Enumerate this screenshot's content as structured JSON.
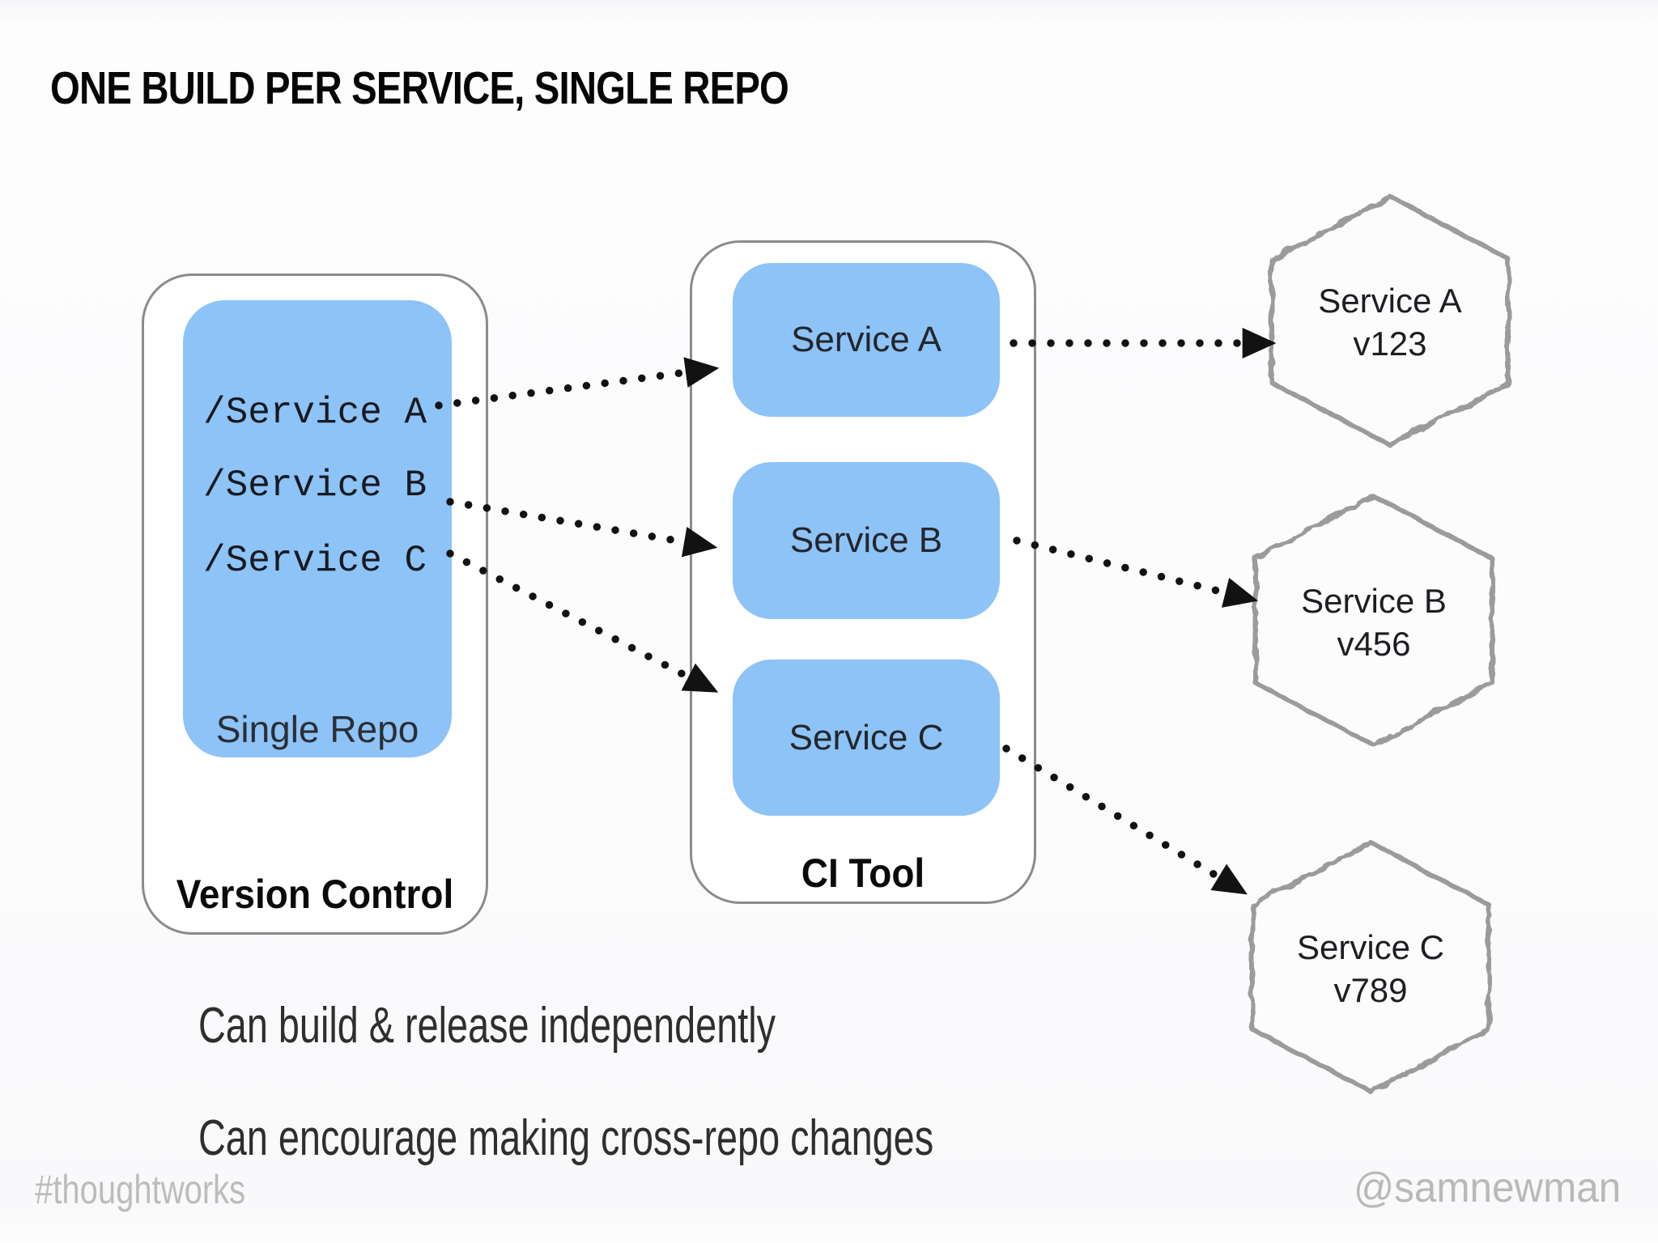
{
  "title": "ONE BUILD PER SERVICE, SINGLE REPO",
  "version_control": {
    "label": "Version Control",
    "repo": {
      "label": "Single Repo",
      "paths": [
        "/Service A",
        "/Service B",
        "/Service C"
      ]
    }
  },
  "ci_tool": {
    "label": "CI Tool",
    "builds": [
      "Service A",
      "Service B",
      "Service C"
    ]
  },
  "artifacts": [
    {
      "name": "Service A",
      "version": "v123"
    },
    {
      "name": "Service B",
      "version": "v456"
    },
    {
      "name": "Service C",
      "version": "v789"
    }
  ],
  "notes": [
    "Can build & release independently",
    "Can encourage making cross-repo changes"
  ],
  "footer": {
    "left": "#thoughtworks",
    "right": "@samnewman"
  },
  "colors": {
    "service_blue": "#8dc3f7",
    "container_border": "#8b8b8b",
    "hexagon_border": "#9b9b9b",
    "arrow_black": "#121212",
    "footer_gray": "#bcbcbc"
  }
}
